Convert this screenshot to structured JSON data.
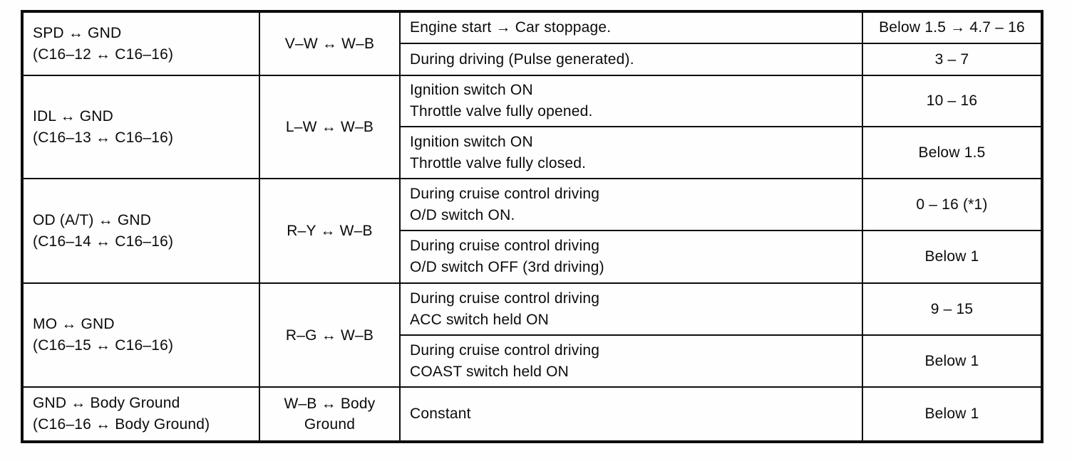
{
  "document": {
    "type": "scanned-service-manual-table",
    "ink_color": "#0d0d0d",
    "paper_color": "#fefefe"
  },
  "table": {
    "rows": [
      {
        "terminal": {
          "name": "SPD ↔ GND",
          "pins": "(C16–12 ↔ C16–16)"
        },
        "tester": {
          "line1": "V–W ↔ W–B"
        },
        "conditions": [
          {
            "line1": "Engine start → Car stoppage.",
            "value": "Below 1.5 → 4.7 – 16"
          },
          {
            "line1": "During driving (Pulse generated).",
            "value": "3 – 7"
          }
        ]
      },
      {
        "terminal": {
          "name": "IDL ↔ GND",
          "pins": "(C16–13 ↔ C16–16)"
        },
        "tester": {
          "line1": "L–W ↔ W–B"
        },
        "conditions": [
          {
            "line1": "Ignition switch ON",
            "line2": "Throttle valve fully opened.",
            "value": "10 – 16"
          },
          {
            "line1": "Ignition switch ON",
            "line2": "Throttle valve fully closed.",
            "value": "Below 1.5"
          }
        ]
      },
      {
        "terminal": {
          "name": "OD (A/T) ↔ GND",
          "pins": "(C16–14 ↔ C16–16)"
        },
        "tester": {
          "line1": "R–Y ↔ W–B"
        },
        "conditions": [
          {
            "line1": "During cruise control driving",
            "line2": "O/D switch ON.",
            "value": "0 – 16 (*1)"
          },
          {
            "line1": "During cruise control driving",
            "line2": "O/D switch OFF (3rd driving)",
            "value": "Below 1"
          }
        ]
      },
      {
        "terminal": {
          "name": "MO ↔ GND",
          "pins": "(C16–15 ↔ C16–16)"
        },
        "tester": {
          "line1": "R–G ↔ W–B"
        },
        "conditions": [
          {
            "line1": "During cruise control driving",
            "line2": "ACC switch held ON",
            "value": "9 – 15"
          },
          {
            "line1": "During cruise control driving",
            "line2": "COAST switch held ON",
            "value": "Below 1"
          }
        ]
      },
      {
        "terminal": {
          "name": "GND ↔ Body Ground",
          "pins": "(C16–16 ↔ Body Ground)"
        },
        "tester": {
          "line1": "W–B ↔ Body",
          "line2": "Ground"
        },
        "conditions": [
          {
            "line1": "Constant",
            "value": "Below 1"
          }
        ]
      }
    ]
  }
}
